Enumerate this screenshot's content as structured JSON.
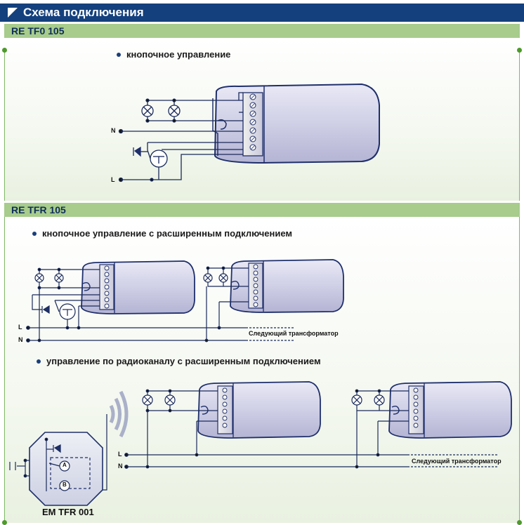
{
  "header": {
    "title": "Схема подключения"
  },
  "section1": {
    "model": "RE TF0 105",
    "caption": "кнопочное управление",
    "label_n": "N",
    "label_l": "L"
  },
  "section2": {
    "model": "RE TFR 105",
    "caption_a": "кнопочное управление с расширенным подключением",
    "caption_b": "управление по радиоканалу с расширенным подключением",
    "label_l": "L",
    "label_n": "N",
    "next_transformer": "Следующий трансформатор",
    "device_name": "EM TFR 001",
    "button_a": "A",
    "button_b": "B"
  },
  "colors": {
    "header_bg": "#14407d",
    "section_bg": "#a7cc8c",
    "border_green": "#7fb864",
    "device_fill": "#d5d5ea",
    "device_stroke": "#1f2f6b"
  },
  "icons": [
    "header-triangle-icon",
    "bullet-icon",
    "lamp-icon",
    "push-button-icon",
    "led-icon",
    "radio-waves-icon",
    "terminal-icon"
  ]
}
